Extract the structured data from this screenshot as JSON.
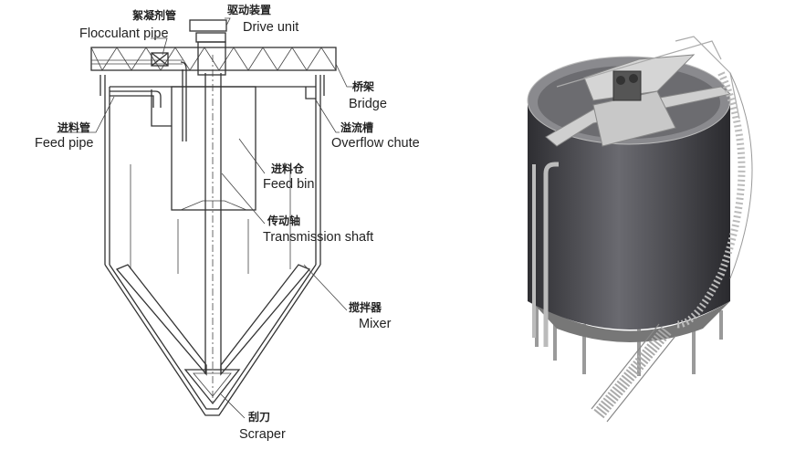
{
  "labels": {
    "flocculant_pipe": {
      "zh": "絮凝剂管",
      "en": "Flocculant pipe"
    },
    "drive_unit": {
      "zh": "驱动装置",
      "en": "Drive unit"
    },
    "bridge": {
      "zh": "桥架",
      "en": "Bridge"
    },
    "feed_pipe": {
      "zh": "进料管",
      "en": "Feed pipe"
    },
    "overflow_chute": {
      "zh": "溢流槽",
      "en": "Overflow chute"
    },
    "feed_bin": {
      "zh": "进料仓",
      "en": "Feed bin"
    },
    "transmission_shaft": {
      "zh": "传动轴",
      "en": "Transmission shaft"
    },
    "mixer": {
      "zh": "搅拌器",
      "en": "Mixer"
    },
    "scraper": {
      "zh": "刮刀",
      "en": "Scraper"
    }
  },
  "colors": {
    "line": "#333333",
    "tank_body": "#4a4a4e",
    "steel": "#b8b8b8"
  }
}
